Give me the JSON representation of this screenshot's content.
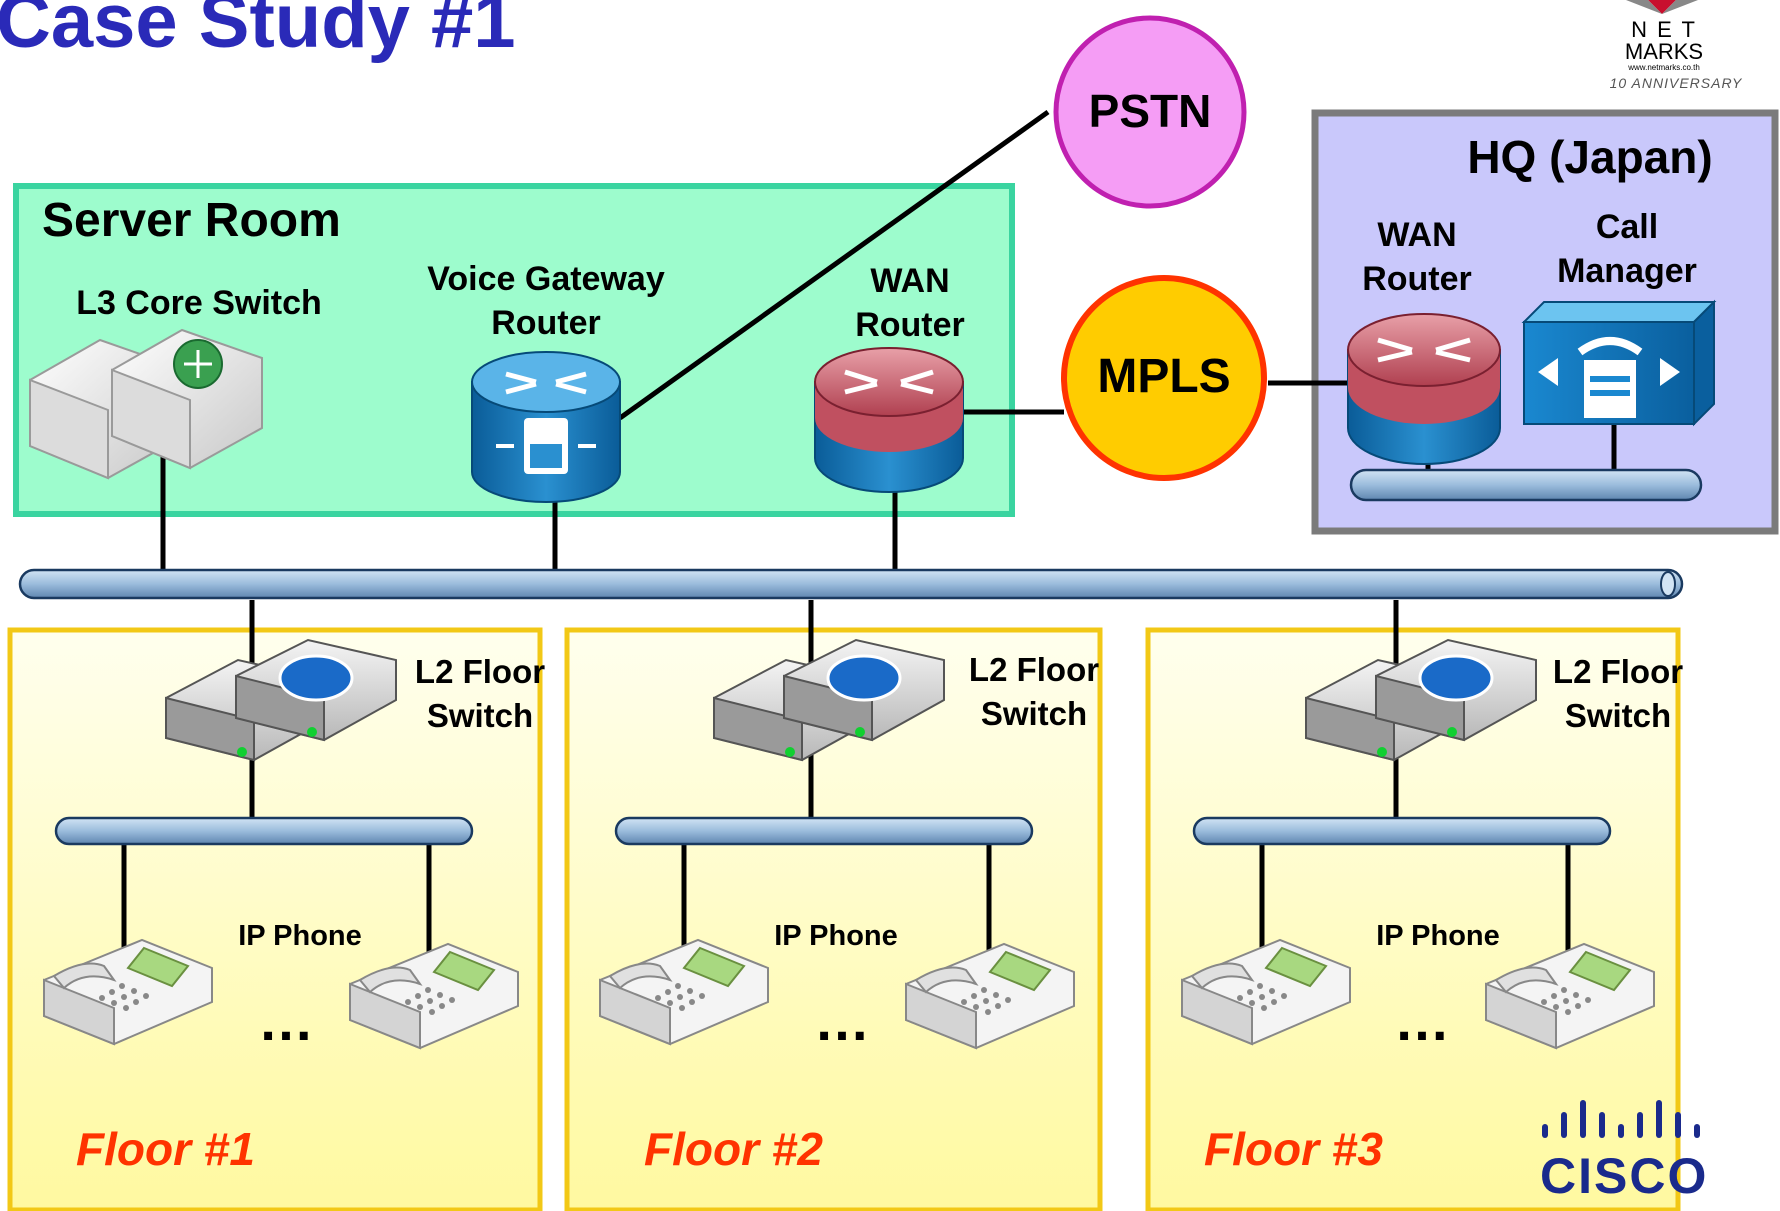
{
  "title": "Case Study #1",
  "logo": {
    "line1": "N E T",
    "line2": "MARKS",
    "line3": "www.netmarks.co.th",
    "anniversary": "10 ANNIVERSARY"
  },
  "clouds": {
    "pstn": "PSTN",
    "mpls": "MPLS"
  },
  "server_room": {
    "title": "Server Room",
    "core_switch": "L3 Core Switch",
    "voice_gateway_l1": "Voice Gateway",
    "voice_gateway_l2": "Router",
    "wan_router_l1": "WAN",
    "wan_router_l2": "Router"
  },
  "hq": {
    "title": "HQ (Japan)",
    "wan_router_l1": "WAN",
    "wan_router_l2": "Router",
    "call_manager_l1": "Call",
    "call_manager_l2": "Manager"
  },
  "floors": [
    {
      "name": "Floor #1",
      "switch_l1": "L2 Floor",
      "switch_l2": "Switch",
      "phone": "IP Phone",
      "ellipsis": "…"
    },
    {
      "name": "Floor #2",
      "switch_l1": "L2 Floor",
      "switch_l2": "Switch",
      "phone": "IP Phone",
      "ellipsis": "…"
    },
    {
      "name": "Floor #3",
      "switch_l1": "L2 Floor",
      "switch_l2": "Switch",
      "phone": "IP Phone",
      "ellipsis": "…"
    }
  ],
  "cisco_logo": "CISCO",
  "colors": {
    "title": "#2a2ab8",
    "server_room_fill": "#9dfccd",
    "server_room_border": "#3ad4a0",
    "hq_fill": "#c9c8fb",
    "hq_border": "#7b7b7b",
    "floor_fill": "#ffffb0",
    "floor_border": "#f2c816",
    "pstn_fill": "#f59df5",
    "pstn_border": "#c020b0",
    "mpls_fill": "#ffcc00",
    "mpls_border": "#ff3300",
    "floor_label": "#ff3300",
    "cisco": "#1a2a8c"
  }
}
